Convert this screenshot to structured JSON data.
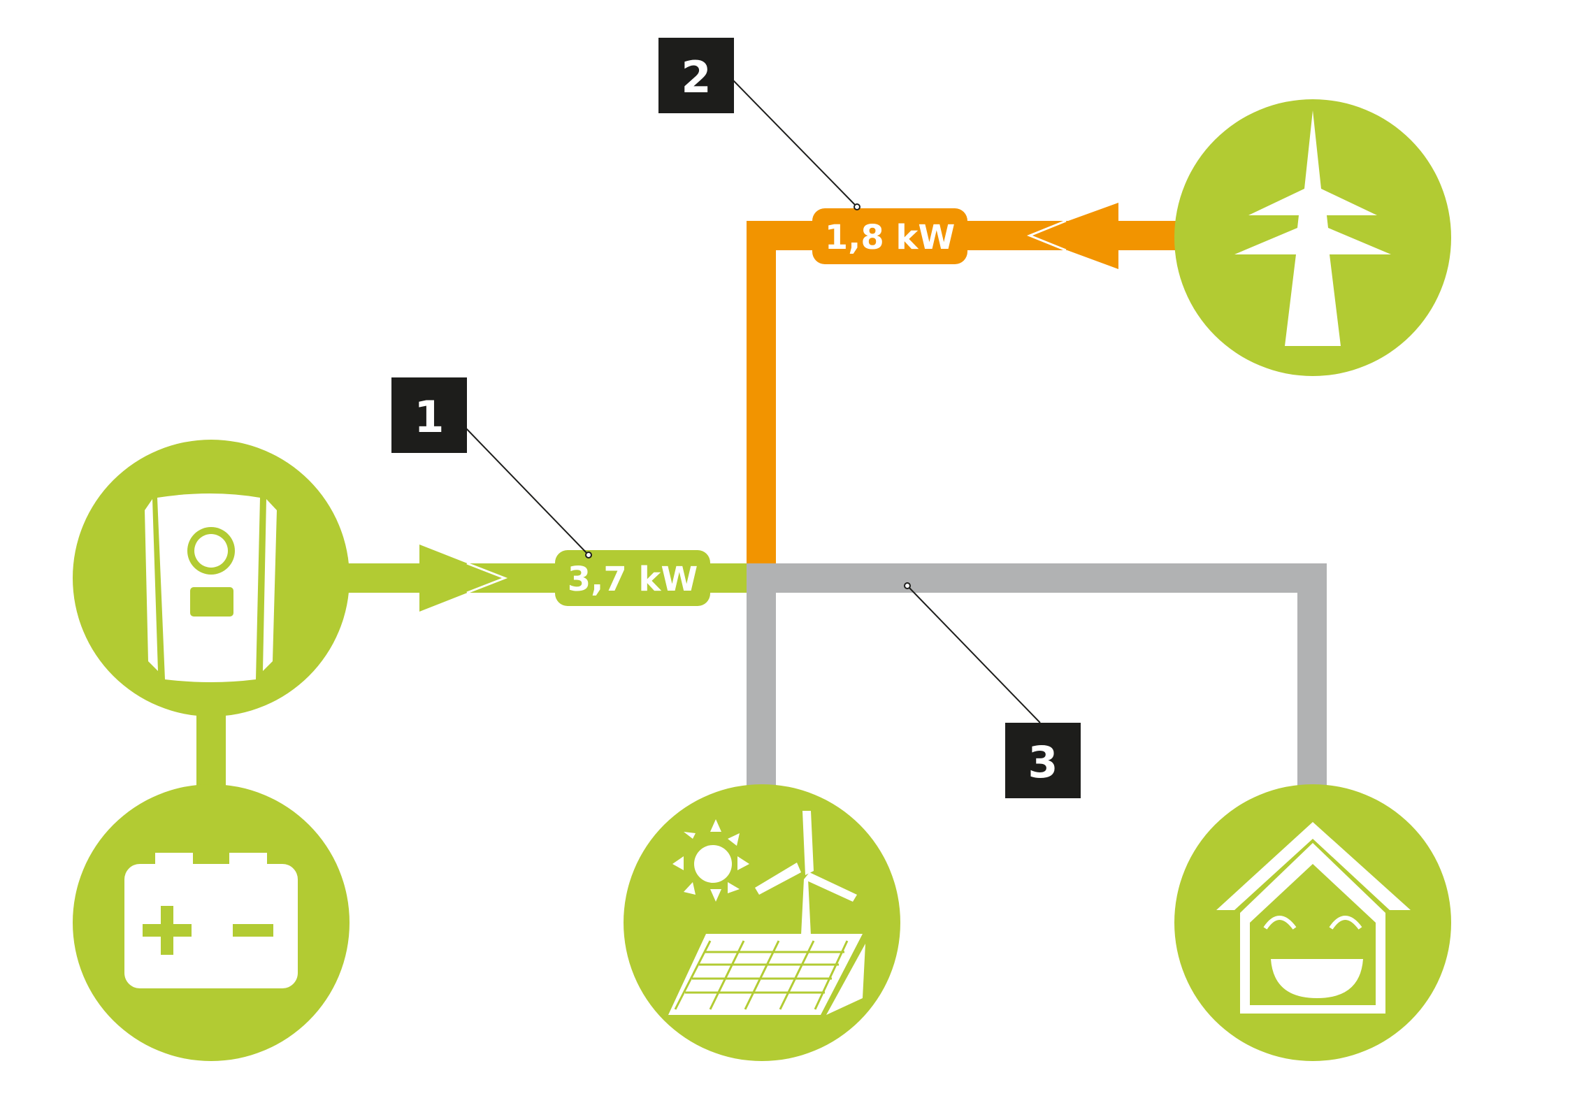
{
  "colors": {
    "green": "#b2cb33",
    "orange": "#f29400",
    "gray": "#b1b2b3",
    "marker": "#1d1d1b",
    "white": "#ffffff",
    "leader": "#1d1d1b"
  },
  "flows": {
    "inverter_out": {
      "label": "3,7 kW"
    },
    "grid_in": {
      "label": "1,8 kW"
    }
  },
  "markers": {
    "m1": {
      "label": "1"
    },
    "m2": {
      "label": "2"
    },
    "m3": {
      "label": "3"
    }
  },
  "icons": {
    "inverter": "inverter-icon",
    "battery": "battery-icon",
    "renewable": "solar-wind-icon",
    "grid": "power-pylon-icon",
    "house": "happy-house-icon"
  }
}
